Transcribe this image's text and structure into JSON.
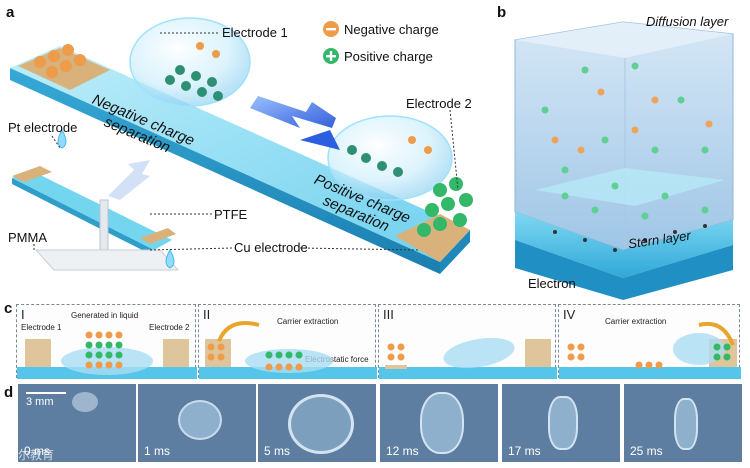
{
  "panels": {
    "a": "a",
    "b": "b",
    "c": "c",
    "d": "d"
  },
  "panel_a": {
    "electrode1": "Electrode 1",
    "electrode2": "Electrode 2",
    "neg_sep_line1": "Negative charge",
    "neg_sep_line2": "separation",
    "pos_sep_line1": "Positive charge",
    "pos_sep_line2": "separation",
    "pt_electrode": "Pt electrode",
    "ptfe": "PTFE",
    "pmma": "PMMA",
    "cu_electrode": "Cu electrode",
    "legend_negative": "Negative charge",
    "legend_positive": "Positive charge"
  },
  "panel_b": {
    "diffusion": "Diffusion layer",
    "stern": "Stern layer",
    "electron": "Electron"
  },
  "panel_c": {
    "stages": [
      {
        "num": "I",
        "electrode1": "Electrode 1",
        "generated": "Generated in liquid",
        "electrode2": "Electrode 2"
      },
      {
        "num": "II",
        "carrier": "Carrier extraction",
        "electrostatic": "Electrostatic force"
      },
      {
        "num": "III"
      },
      {
        "num": "IV",
        "carrier": "Carrier extraction"
      }
    ]
  },
  "panel_d": {
    "scale": "3 mm",
    "times": [
      "0 ms",
      "1 ms",
      "5 ms",
      "12 ms",
      "17 ms",
      "25 ms"
    ]
  },
  "watermark": "爱尔教育"
}
